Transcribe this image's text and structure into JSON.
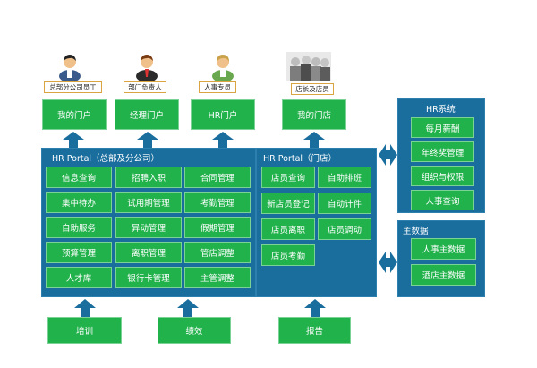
{
  "users": [
    {
      "icon": "employee-avatar-icon",
      "label": "总部分公司员工"
    },
    {
      "icon": "manager-avatar-icon",
      "label": "部门负责人"
    },
    {
      "icon": "hr-specialist-avatar-icon",
      "label": "人事专员"
    },
    {
      "icon": "store-staff-group-icon",
      "label": "店长及店员"
    }
  ],
  "portals": [
    "我的门户",
    "经理门户",
    "HR门户",
    "我的门店"
  ],
  "hq_portal": {
    "title": "HR Portal（总部及分公司）",
    "items": [
      "信息查询",
      "招聘入职",
      "合同管理",
      "集中待办",
      "试用期管理",
      "考勤管理",
      "自助服务",
      "异动管理",
      "假期管理",
      "预算管理",
      "离职管理",
      "管店调整",
      "人才库",
      "银行卡管理",
      "主管调整"
    ]
  },
  "store_portal": {
    "title": "HR Portal（门店）",
    "items": [
      "店员查询",
      "自助排班",
      "新店员登记",
      "自动计件",
      "店员离职",
      "店员调动",
      "店员考勤"
    ]
  },
  "hr_system": {
    "title": "HR系统",
    "items": [
      "每月薪酬",
      "年终奖管理",
      "组织与权限",
      "人事查询"
    ]
  },
  "master_data": {
    "title": "主数据",
    "items": [
      "人事主数据",
      "酒店主数据"
    ]
  },
  "bottom": [
    "培训",
    "绩效",
    "报告"
  ],
  "colors": {
    "green": "#21b24b",
    "blue": "#1a6e9e",
    "tag_border": "#d9a441"
  }
}
